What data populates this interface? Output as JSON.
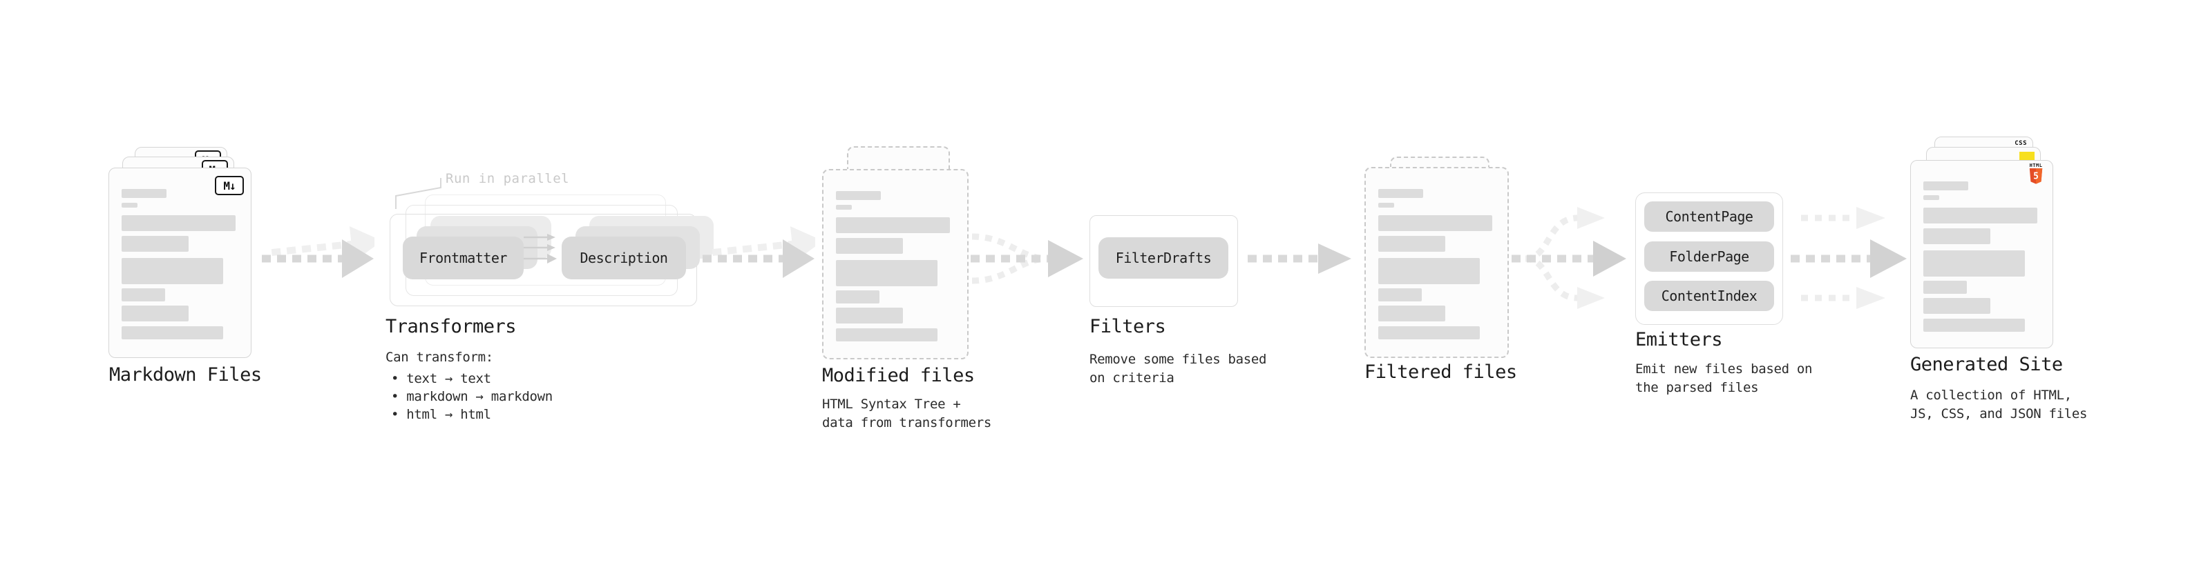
{
  "markdown_files": {
    "label": "Markdown Files",
    "badge": "M↓"
  },
  "transformers": {
    "label": "Transformers",
    "callout": "Run in parallel",
    "box_frontmatter": "Frontmatter",
    "box_description": "Description",
    "subtitle": "Can transform:",
    "bullets": [
      "• text → text",
      "• markdown → markdown",
      "• html → html"
    ]
  },
  "modified_files": {
    "label": "Modified files",
    "subtitle": [
      "HTML Syntax Tree +",
      "data from transformers"
    ]
  },
  "filters": {
    "label": "Filters",
    "box": "FilterDrafts",
    "subtitle": [
      "Remove some files based",
      "on criteria"
    ]
  },
  "filtered_files": {
    "label": "Filtered files"
  },
  "emitters": {
    "label": "Emitters",
    "boxes": [
      "ContentPage",
      "FolderPage",
      "ContentIndex"
    ],
    "subtitle": [
      "Emit new files based on",
      "the parsed files"
    ]
  },
  "generated_site": {
    "label": "Generated Site",
    "subtitle": [
      "A collection of HTML,",
      "JS, CSS, and JSON files"
    ],
    "css_badge": "CSS",
    "html_badge_word": "HTML",
    "html_badge_number": "5"
  },
  "colors": {
    "html5_orange": "#e44d26",
    "html5_orange_light": "#f16529",
    "js_yellow": "#f7df1e",
    "css_blue": "#2b63e8",
    "box_gray": "#d9d9d9",
    "card_border": "#d5d5d5",
    "arrow_dark": "#d6d6d6",
    "arrow_light": "#eeeeee",
    "text_dark": "#1d1d1d",
    "muted_label": "#c9c9c9"
  }
}
